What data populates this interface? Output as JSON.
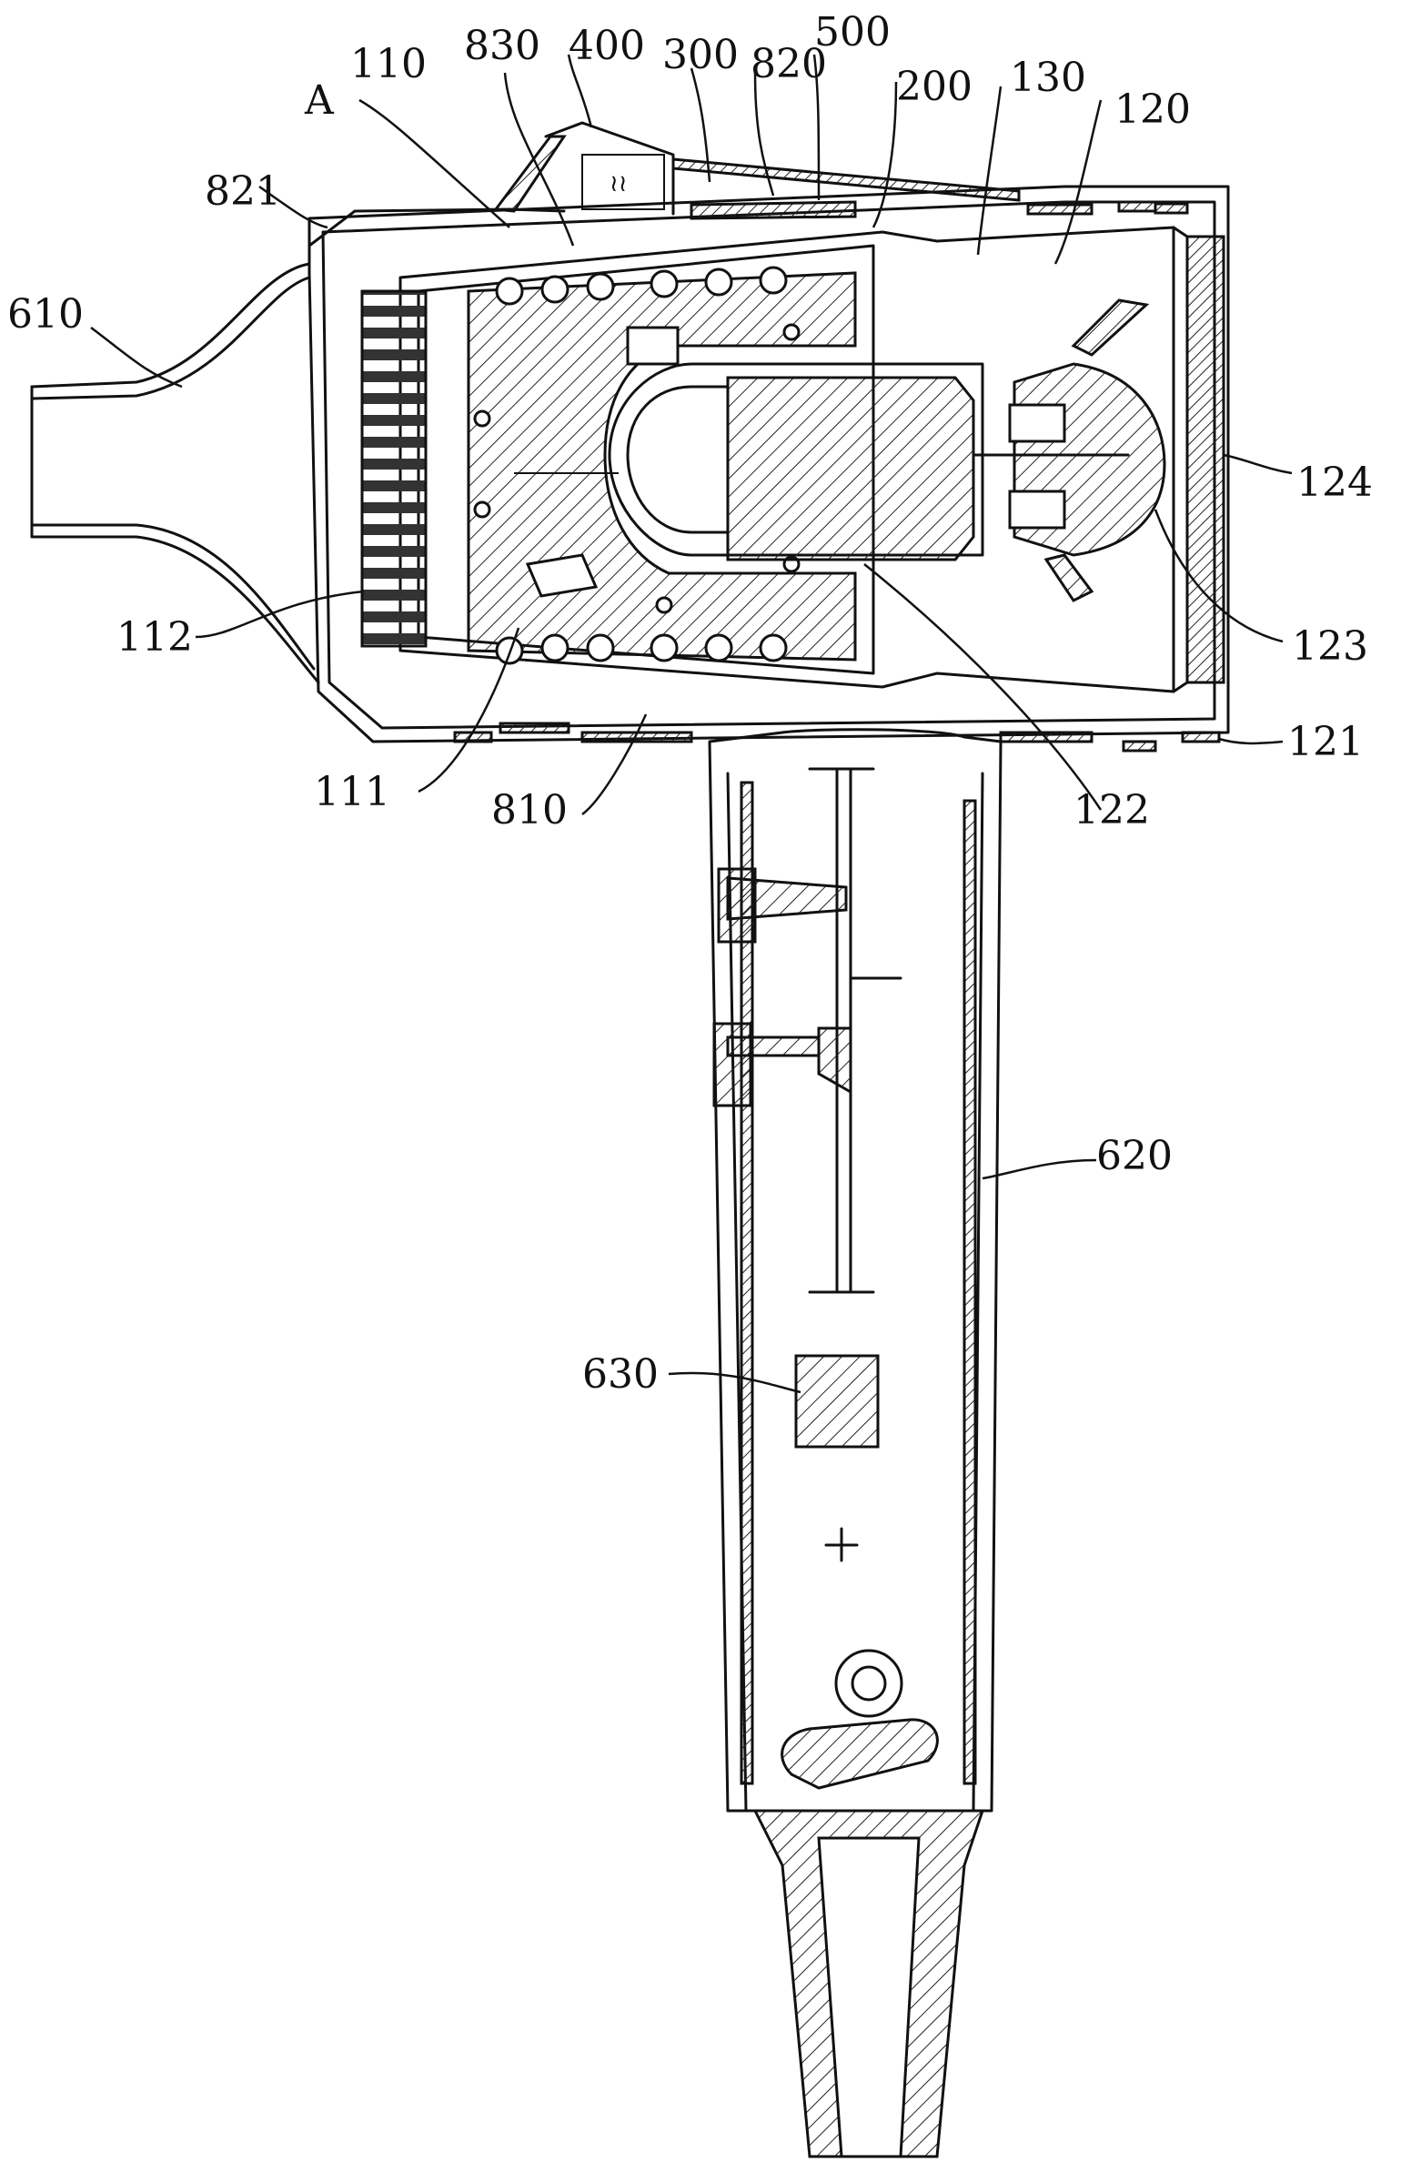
{
  "labels": {
    "A": "A",
    "l110": "110",
    "l830": "830",
    "l400": "400",
    "l300": "300",
    "l820": "820",
    "l500": "500",
    "l200": "200",
    "l130": "130",
    "l120": "120",
    "l821": "821",
    "l610": "610",
    "l124": "124",
    "l112": "112",
    "l123": "123",
    "l121": "121",
    "l111": "111",
    "l810": "810",
    "l122": "122",
    "l620": "620",
    "l630": "630"
  }
}
